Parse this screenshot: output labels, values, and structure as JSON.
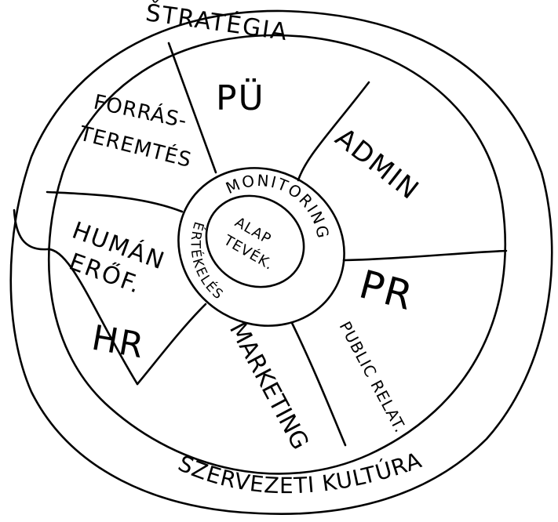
{
  "outer_ring": {
    "top": "ŠTRATÉGIA",
    "bottom": "SZERVEZETI KULTÚRA"
  },
  "segments": {
    "finance": "PÜ",
    "admin": "ADMIN",
    "pr": "PR",
    "pr_full": "PUBLIC RELAT.",
    "marketing": "MARKETING",
    "hr": "HR",
    "hr_full_1": "HUMÁN",
    "hr_full_2": "ERŐF.",
    "fundraising_1": "FORRÁS-",
    "fundraising_2": "TEREMTÉS"
  },
  "hub": {
    "top": "MONITORING",
    "bottom": "ÉRTÉKELÉS",
    "center_1": "ALAP",
    "center_2": "TEVÉK."
  },
  "colors": {
    "ink": "#000000",
    "paper": "#ffffff"
  }
}
